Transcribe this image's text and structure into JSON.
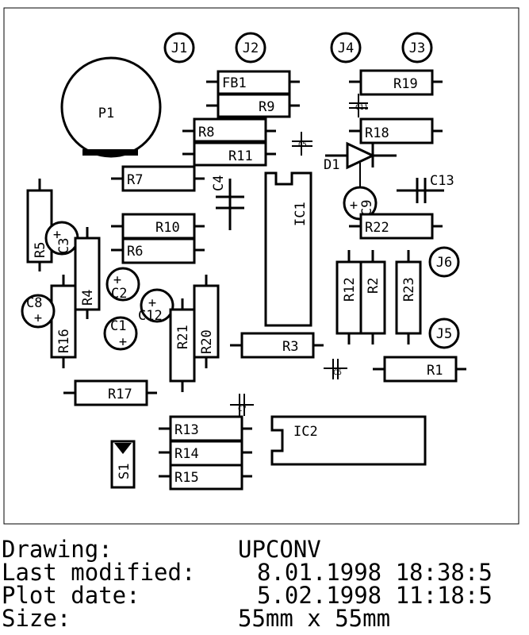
{
  "components": {
    "J1": "J1",
    "J2": "J2",
    "J3": "J3",
    "J4": "J4",
    "J5": "J5",
    "J6": "J6",
    "P1": "P1",
    "FB1": "FB1",
    "R1": "R1",
    "R2": "R2",
    "R3": "R3",
    "R4": "R4",
    "R5": "R5",
    "R6": "R6",
    "R7": "R7",
    "R8": "R8",
    "R9": "R9",
    "R10": "R10",
    "R11": "R11",
    "R12": "R12",
    "R13": "R13",
    "R14": "R14",
    "R15": "R15",
    "R16": "R16",
    "R17": "R17",
    "R18": "R18",
    "R19": "R19",
    "R20": "R20",
    "R21": "R21",
    "R22": "R22",
    "R23": "R23",
    "C1": "C1",
    "C2": "C2",
    "C3": "C3",
    "C4": "C4",
    "C5": "C5",
    "C6": "C6",
    "C7": "C7",
    "C8": "C8",
    "C9": "C9",
    "C11": "C11",
    "C12": "C12",
    "C13": "C13",
    "D1": "D1",
    "IC1": "IC1",
    "IC2": "IC2",
    "S1": "S1"
  },
  "info": {
    "drawing_label": "Drawing:",
    "drawing_value": "UPCONV",
    "modified_label": "Last modified:",
    "modified_value": "8.01.1998 18:38:5",
    "plot_label": "Plot date:",
    "plot_value": "5.02.1998 11:18:5",
    "size_label": "Size:",
    "size_value": "55mm x 55mm"
  }
}
